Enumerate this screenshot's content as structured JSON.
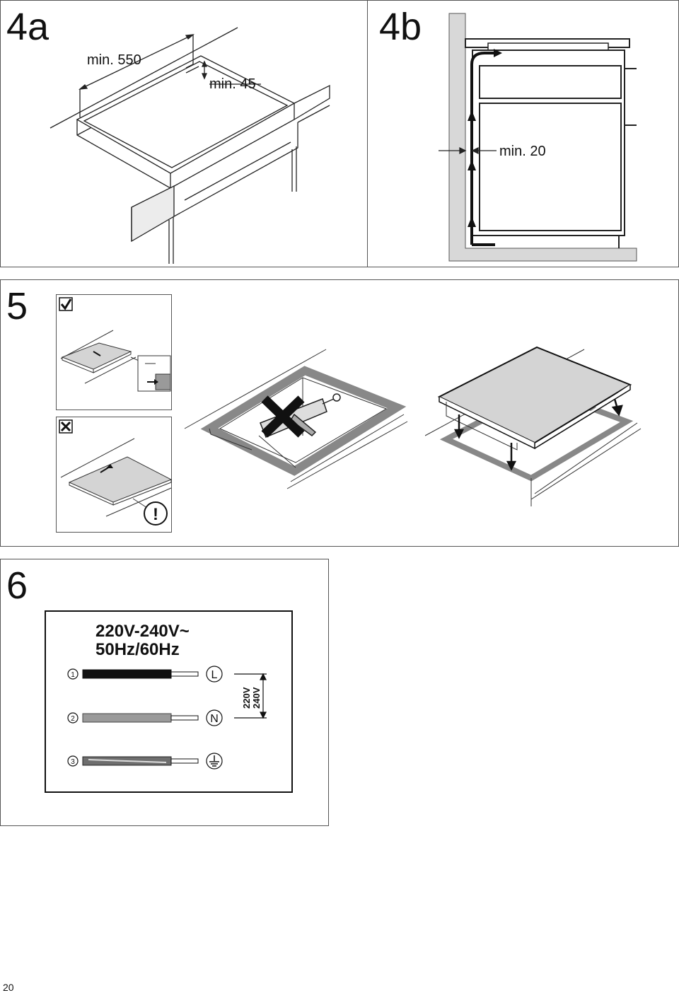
{
  "page_number": "20",
  "figure_4a": {
    "label": "4a",
    "dim_width": "min. 550",
    "dim_depth": "min. 45"
  },
  "figure_4b": {
    "label": "4b",
    "dim_gap": "min. 20"
  },
  "figure_5": {
    "label": "5",
    "correct_icon": "check-mark-icon",
    "wrong_icon": "x-mark-icon",
    "warning_mark": "!"
  },
  "figure_6": {
    "label": "6",
    "voltage": "220V-240V~",
    "frequency": "50Hz/60Hz",
    "wires": [
      {
        "index": "1",
        "terminal": "L"
      },
      {
        "index": "2",
        "terminal": "N"
      },
      {
        "index": "3",
        "terminal": "earth-ground-icon"
      }
    ],
    "measure_v1": "220V",
    "measure_v2": "240V"
  },
  "colors": {
    "wire_live": "#111111",
    "wire_neutral": "#9a9a9a",
    "wire_earth": "#6e6e6e",
    "hob_surface": "#d4d4d4",
    "wall_fill": "#d8d8d8"
  }
}
